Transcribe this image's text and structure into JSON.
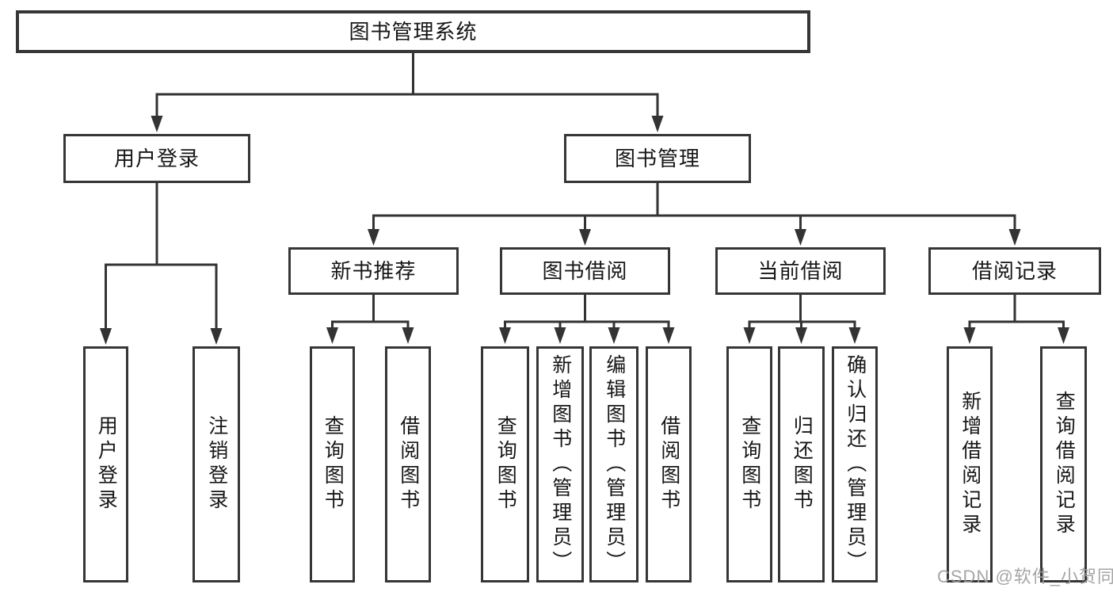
{
  "tree": {
    "root": "图书管理系统",
    "branches": [
      {
        "label": "用户登录",
        "children": [
          "用户登录",
          "注销登录"
        ]
      },
      {
        "label": "图书管理",
        "sections": [
          {
            "label": "新书推荐",
            "children": [
              "查询图书",
              "借阅图书"
            ]
          },
          {
            "label": "图书借阅",
            "children": [
              "查询图书",
              "新增图书（管理员）",
              "编辑图书（管理员）",
              "借阅图书"
            ]
          },
          {
            "label": "当前借阅",
            "children": [
              "查询图书",
              "归还图书",
              "确认归还（管理员）"
            ]
          },
          {
            "label": "借阅记录",
            "children": [
              "新增借阅记录",
              "查询借阅记录"
            ]
          }
        ]
      }
    ]
  },
  "watermark": {
    "text": "CSDN @软件_小贺同学"
  },
  "colors": {
    "line": "#333333",
    "border": "#363636",
    "text": "#161616",
    "watermark": "#9e9e9e"
  }
}
